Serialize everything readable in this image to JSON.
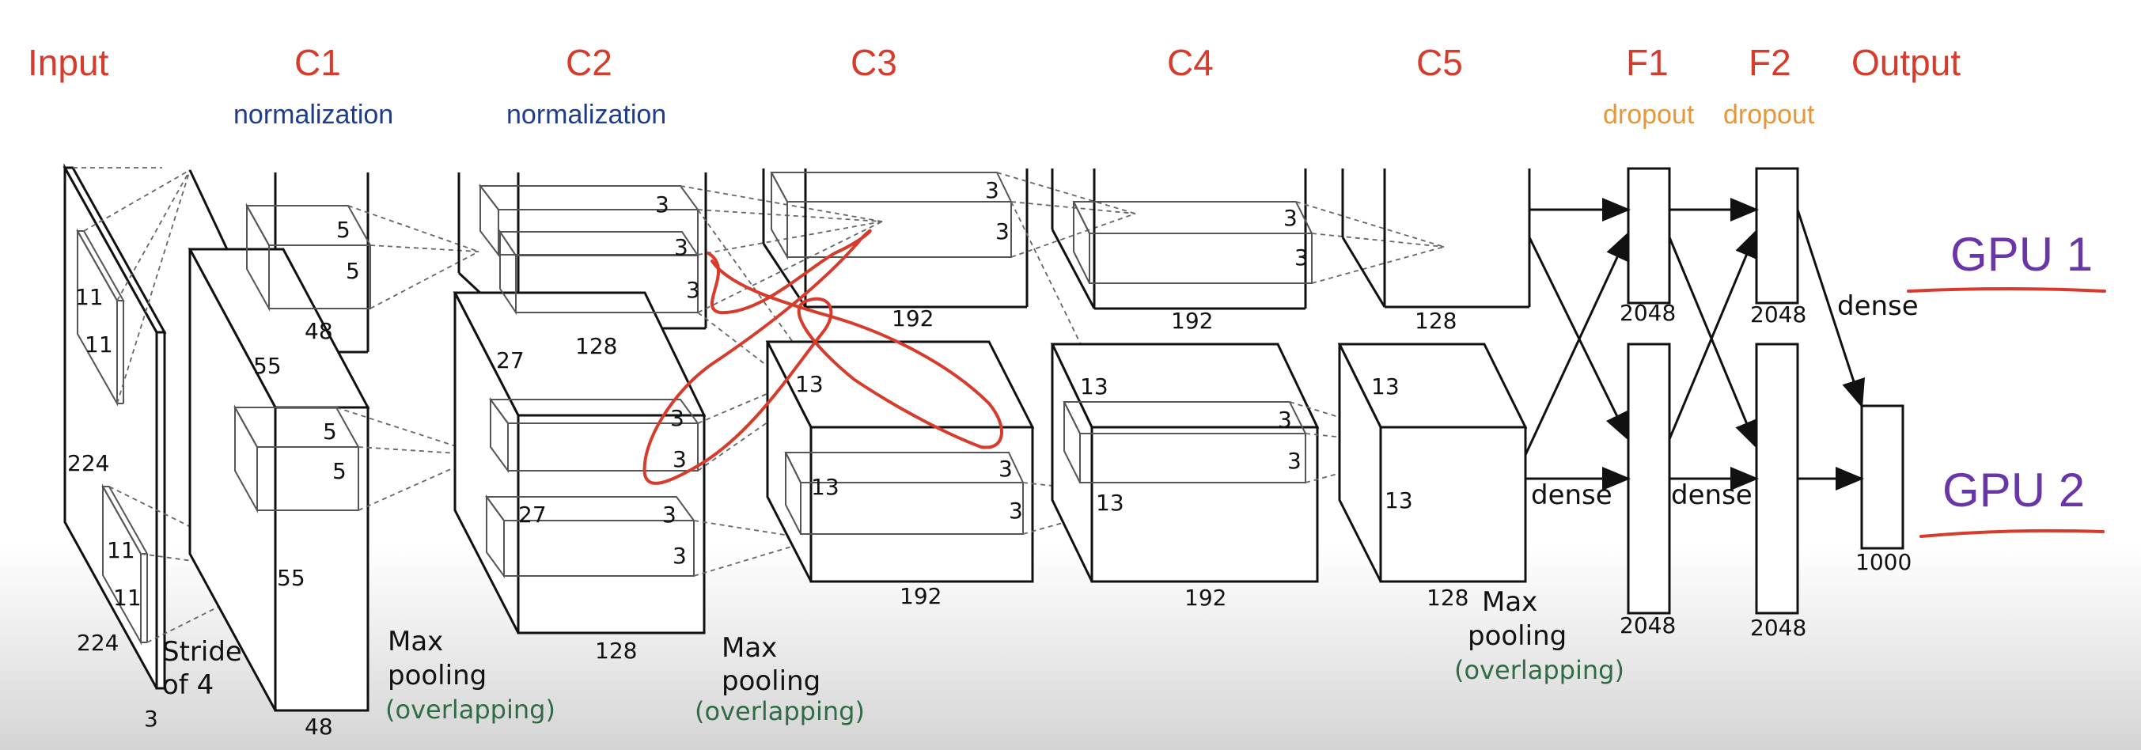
{
  "layers": [
    {
      "id": "input",
      "label": "Input"
    },
    {
      "id": "c1",
      "label": "C1",
      "sub": "normalization"
    },
    {
      "id": "c2",
      "label": "C2",
      "sub": "normalization"
    },
    {
      "id": "c3",
      "label": "C3"
    },
    {
      "id": "c4",
      "label": "C4"
    },
    {
      "id": "c5",
      "label": "C5"
    },
    {
      "id": "f1",
      "label": "F1",
      "sub": "dropout"
    },
    {
      "id": "f2",
      "label": "F2",
      "sub": "dropout"
    },
    {
      "id": "output",
      "label": "Output"
    }
  ],
  "dims": {
    "input_k1": "11",
    "input_k2": "11",
    "input_k3": "11",
    "input_k4": "11",
    "input_h": "224",
    "input_w": "224",
    "input_d": "3",
    "c1_k1": "5",
    "c1_k2": "5",
    "c1_k3": "5",
    "c1_k4": "5",
    "c1_d_top": "48",
    "c1_h": "55",
    "c1_w": "55",
    "c1_d_bottom": "48",
    "c2_k1": "3",
    "c2_k2": "3",
    "c2_k3": "3",
    "c2_k4": "3",
    "c2_k5": "3",
    "c2_k6": "3",
    "c2_k7": "3",
    "c2_d_top": "128",
    "c2_h": "27",
    "c2_w": "27",
    "c2_d_bottom": "128",
    "c3_k1": "3",
    "c3_k2": "3",
    "c3_k3": "3",
    "c3_k4": "3",
    "c3_d_top": "192",
    "c3_h": "13",
    "c3_w": "13",
    "c3_d_bottom": "192",
    "c4_k1": "3",
    "c4_k2": "3",
    "c4_k3": "3",
    "c4_k4": "3",
    "c4_d_top": "192",
    "c4_h": "13",
    "c4_w": "13",
    "c4_d_bottom": "192",
    "c5_d_top": "128",
    "c5_h": "13",
    "c5_w": "13",
    "c5_d_bottom": "128",
    "f1_top": "2048",
    "f1_bottom": "2048",
    "f2_top": "2048",
    "f2_bottom": "2048",
    "out": "1000"
  },
  "captions": {
    "stride_1": "Stride",
    "stride_2": "of 4",
    "maxpool1_a": "Max",
    "maxpool1_b": "pooling",
    "maxpool1_c": "(overlapping)",
    "maxpool2_a": "Max",
    "maxpool2_b": "pooling",
    "maxpool2_c": "(overlapping)",
    "maxpool3_a": "Max",
    "maxpool3_b": "pooling",
    "maxpool3_c": "(overlapping)",
    "dense1": "dense",
    "dense2": "dense",
    "dense3": "dense"
  },
  "annotations": {
    "gpu1": "GPU 1",
    "gpu2": "GPU 2"
  },
  "colors": {
    "layer_label": "#d63b2c",
    "normalization": "#1f3b8c",
    "dropout": "#e8963a",
    "overlapping": "#2f6b45",
    "gpu": "#6a35a8"
  }
}
